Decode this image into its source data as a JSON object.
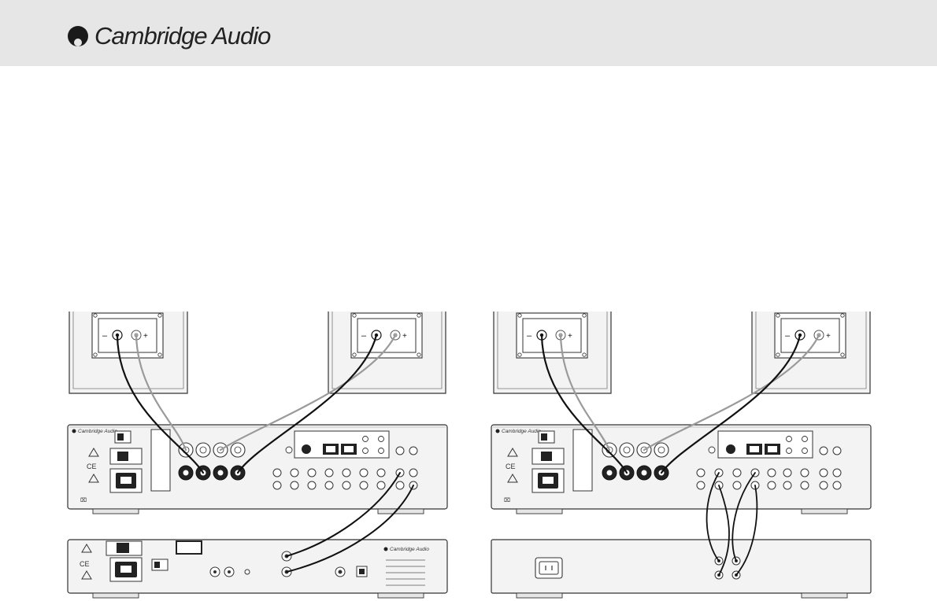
{
  "header": {
    "brand_name": "Cambridge Audio",
    "logo_icon": "cambridge-audio-logo-icon",
    "background": "#e6e6e6"
  },
  "diagrams": [
    {
      "id": "left",
      "amp_brand": "Cambridge Audio",
      "source_brand": "Cambridge Audio",
      "terminal_minus": "–",
      "terminal_plus": "+"
    },
    {
      "id": "right",
      "amp_brand": "Cambridge Audio",
      "terminal_minus": "–",
      "terminal_plus": "+"
    }
  ],
  "colors": {
    "cable_dark": "#111111",
    "cable_light": "#9a9a9a",
    "panel_fill": "#f3f3f3",
    "outline": "#333333"
  }
}
